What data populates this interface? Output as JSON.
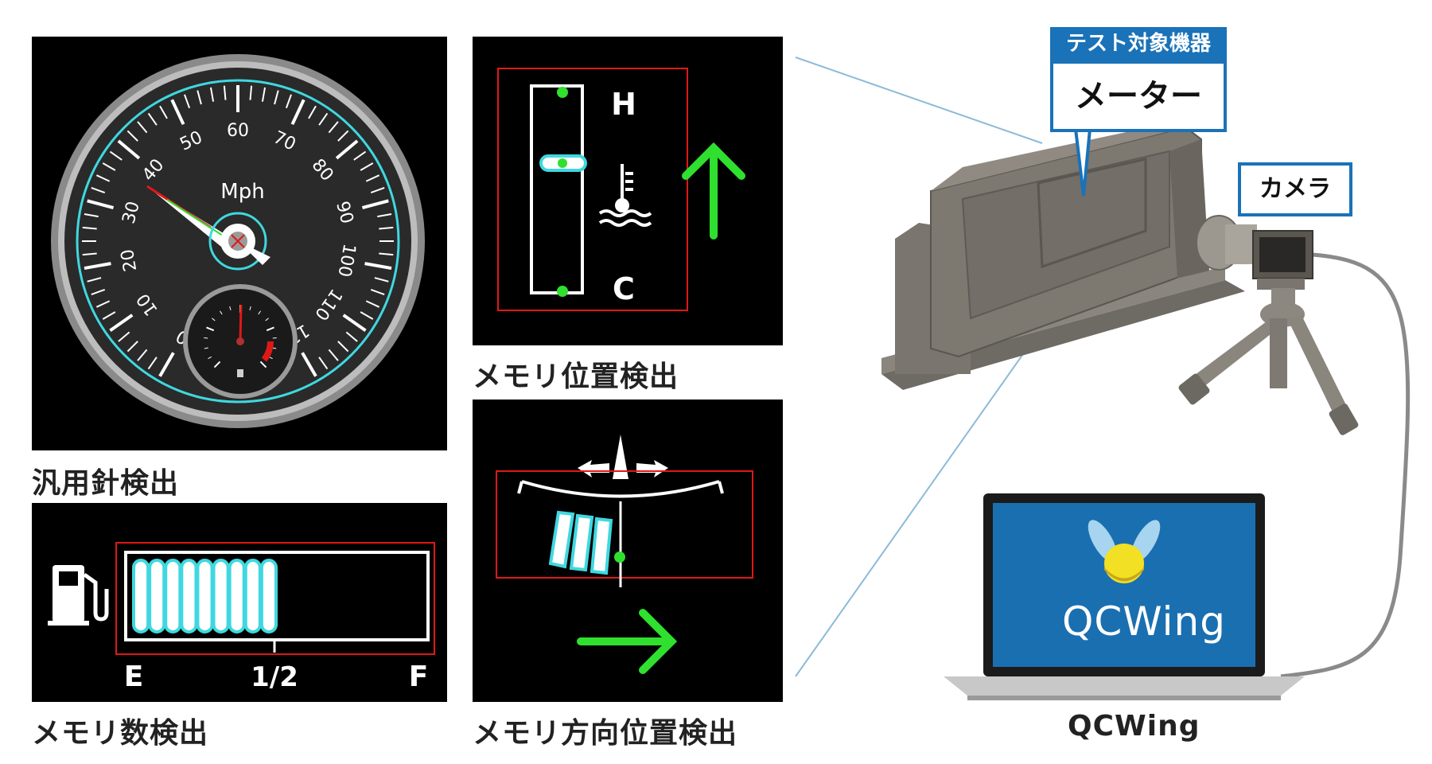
{
  "speedometer": {
    "caption": "汎用針検出",
    "unit_label": "Mph",
    "tick_labels": [
      "0",
      "10",
      "20",
      "30",
      "40",
      "50",
      "60",
      "70",
      "80",
      "90",
      "100",
      "110",
      "120"
    ]
  },
  "fuel": {
    "caption": "メモリ数検出",
    "label_empty": "E",
    "label_half": "1/2",
    "label_full": "F",
    "filled_segments": 9,
    "total_segments": 18
  },
  "temp": {
    "caption": "メモリ位置検出",
    "label_hot": "H",
    "label_cold": "C"
  },
  "direction": {
    "caption": "メモリ方向位置検出"
  },
  "setup": {
    "target_header": "テスト対象機器",
    "target_name": "メーター",
    "camera_label": "カメラ",
    "laptop_logo": "QCWing",
    "laptop_caption": "QCWing"
  },
  "colors": {
    "accent_blue": "#1a72b8",
    "cyan": "#3fd8e0",
    "detect_red": "#e01818",
    "arrow_green": "#2fe02f"
  }
}
